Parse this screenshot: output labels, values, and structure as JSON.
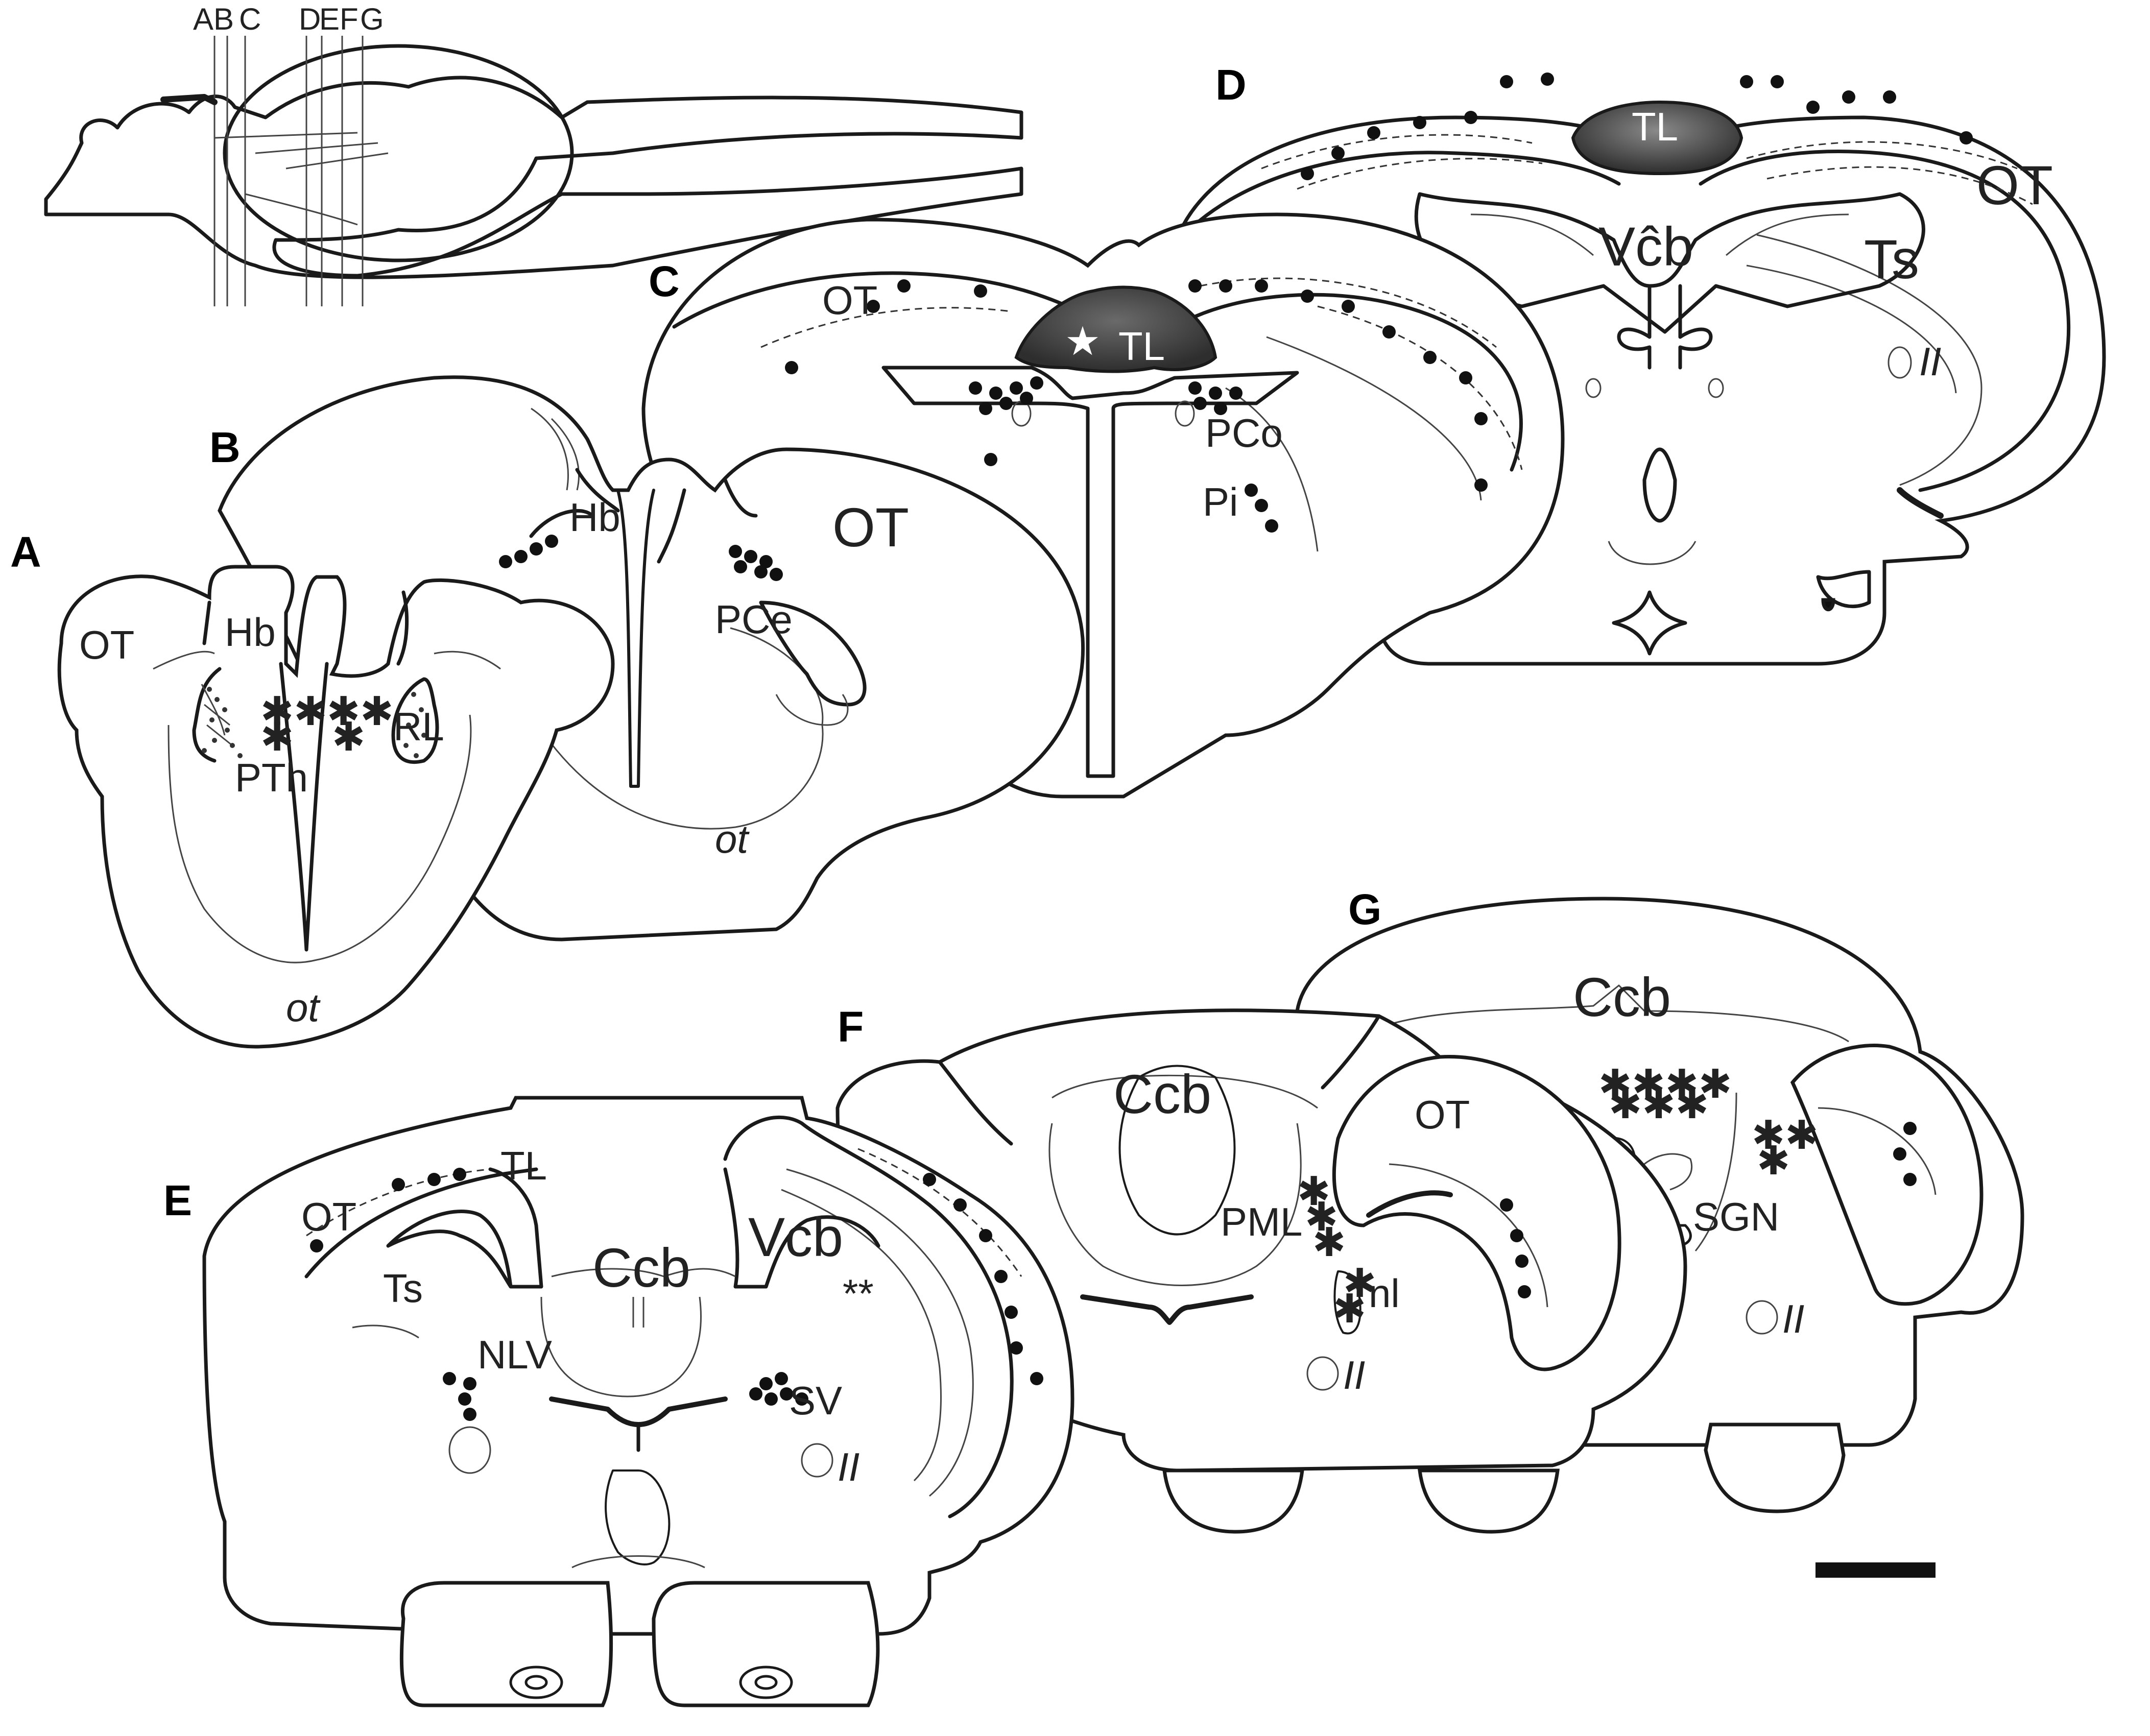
{
  "panels": {
    "A": "A",
    "B": "B",
    "C": "C",
    "D": "D",
    "E": "E",
    "F": "F",
    "G": "G"
  },
  "inset": {
    "section_labels": [
      "A",
      "B",
      "C",
      "D",
      "E",
      "F",
      "G"
    ]
  },
  "labels": {
    "A": {
      "ot_upper": "OT",
      "hb": "Hb",
      "rl": "RL",
      "pth": "PTh",
      "ot_lower": "ot"
    },
    "B": {
      "hb": "Hb",
      "ot_upper": "OT",
      "pce": "PCe",
      "ot_lower": "ot"
    },
    "C": {
      "ot": "OT",
      "tl": "TL",
      "star": "★",
      "pco": "PCo",
      "pi": "Pi"
    },
    "D": {
      "tl": "TL",
      "ot": "OT",
      "vcb": "Vĉb",
      "ts": "Ts",
      "ii": "II"
    },
    "E": {
      "tl": "TL",
      "ot": "OT",
      "ts": "Ts",
      "ccb": "Ccb",
      "vcb": "Vcb",
      "nlv": "NLV",
      "sv": "SV",
      "ii": "II",
      "stars": "**"
    },
    "F": {
      "ccb": "Ccb",
      "ot": "OT",
      "pml": "PML",
      "nl": "nl",
      "ii": "II"
    },
    "G": {
      "ccb": "Ccb",
      "sgn": "SGN",
      "ii": "II",
      "stars_center": "**",
      "stars_center2": "***"
    }
  },
  "colors": {
    "outline": "#1a1a1a",
    "tl_fill": "#3a3a3a",
    "tl_fill_light": "#5a5a5a",
    "scale_bar": "#111111"
  }
}
